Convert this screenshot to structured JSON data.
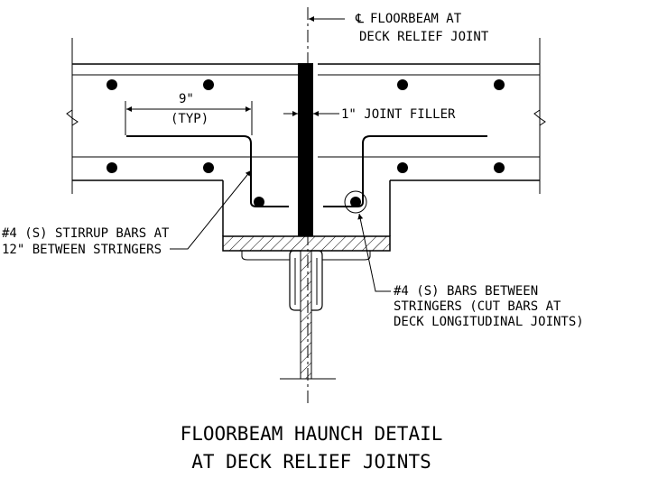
{
  "labels": {
    "centerline_line1": "FLOORBEAM AT",
    "centerline_symbol": "℄",
    "centerline_line2": "DECK RELIEF JOINT",
    "joint_filler": "1\" JOINT FILLER",
    "spacing_value": "9\"",
    "spacing_note": "(TYP)",
    "stirrup_line1": "#4 (S) STIRRUP BARS AT",
    "stirrup_line2": "12\" BETWEEN STRINGERS",
    "bars_line1": "#4 (S) BARS BETWEEN",
    "bars_line2": "STRINGERS (CUT BARS AT",
    "bars_line3": "DECK LONGITUDINAL JOINTS)"
  },
  "title": {
    "line1": "FLOORBEAM HAUNCH DETAIL",
    "line2": "AT DECK RELIEF JOINTS"
  }
}
